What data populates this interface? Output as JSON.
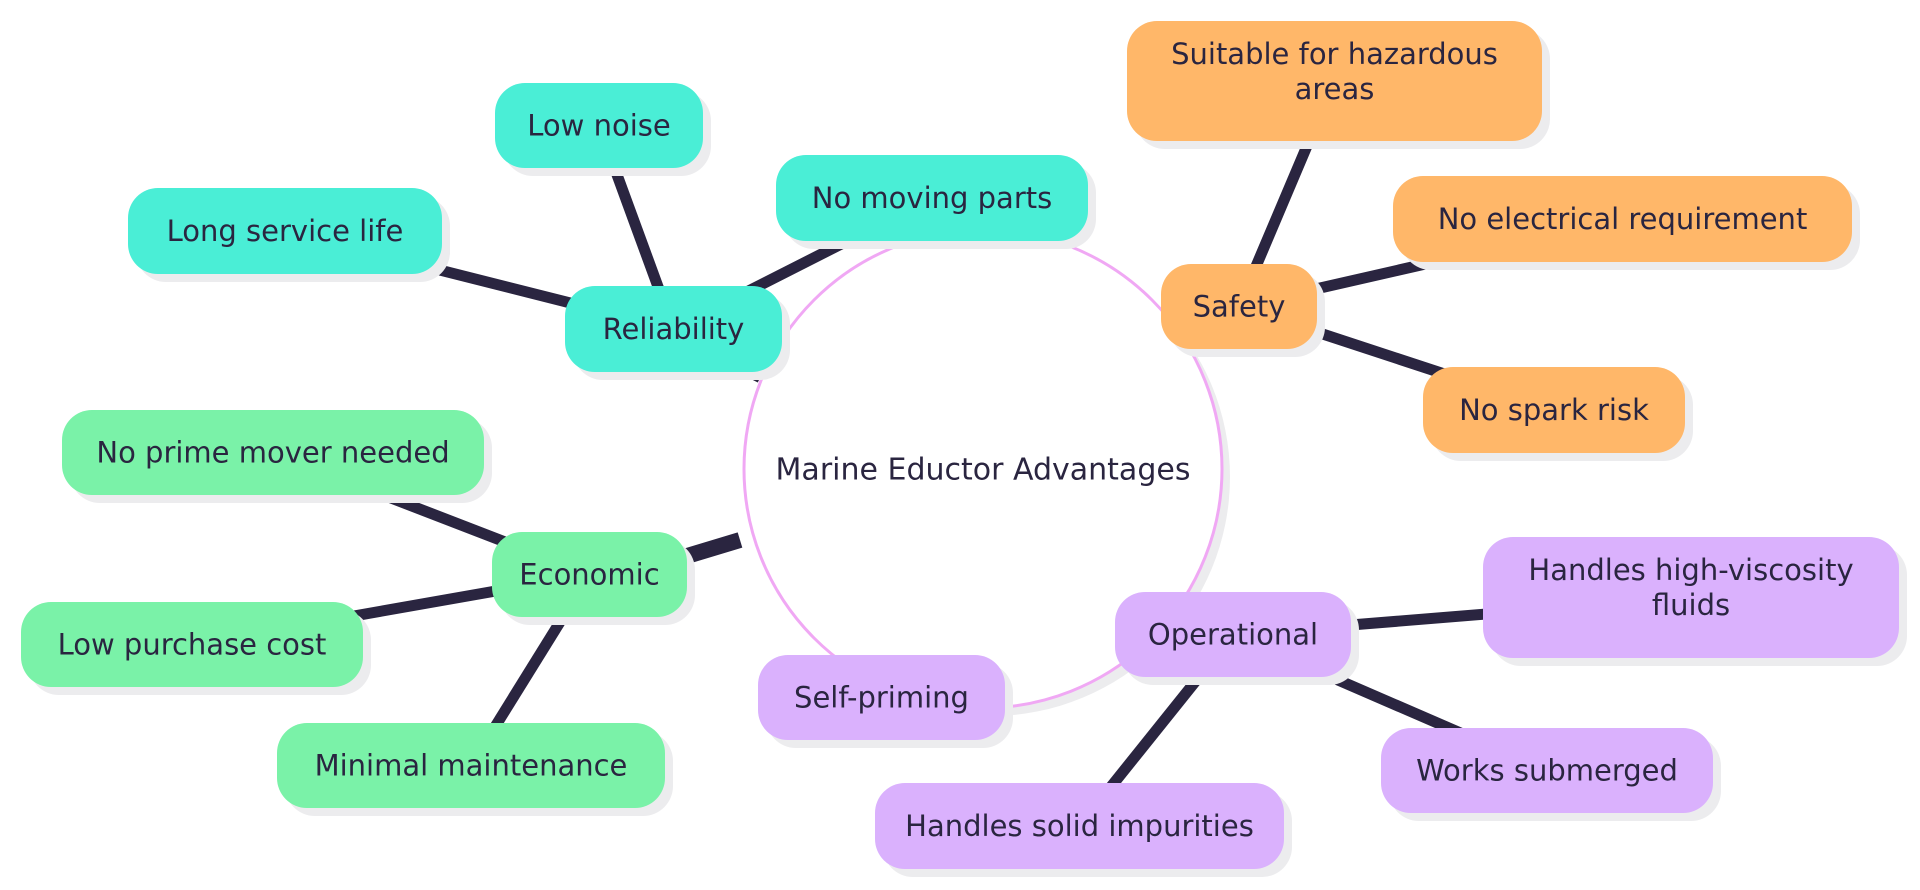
{
  "diagram": {
    "type": "mindmap",
    "root": {
      "label": "Marine Eductor Advantages",
      "fill": "#ffffff",
      "stroke": "#f0a8f4"
    },
    "edge_color": "#2a2540",
    "text_color": "#2a2540",
    "shadow_color": "#ececee",
    "branches": [
      {
        "id": "reliability",
        "label": "Reliability",
        "color": "#4aeed6",
        "children": [
          {
            "id": "low-noise",
            "label": "Low noise"
          },
          {
            "id": "long-service-life",
            "label": "Long service life"
          },
          {
            "id": "no-moving-parts",
            "label": "No moving parts"
          }
        ]
      },
      {
        "id": "safety",
        "label": "Safety",
        "color": "#ffb769",
        "children": [
          {
            "id": "suitable-for-hazardous-areas",
            "label": [
              "Suitable for hazardous",
              "areas"
            ]
          },
          {
            "id": "no-electrical-requirement",
            "label": "No electrical requirement"
          },
          {
            "id": "no-spark-risk",
            "label": "No spark risk"
          }
        ]
      },
      {
        "id": "operational",
        "label": "Operational",
        "color": "#dab1fd",
        "children": [
          {
            "id": "handles-high-viscosity-fluids",
            "label": [
              "Handles high-viscosity",
              "fluids"
            ]
          },
          {
            "id": "works-submerged",
            "label": "Works submerged"
          },
          {
            "id": "handles-solid-impurities",
            "label": "Handles solid impurities"
          },
          {
            "id": "self-priming",
            "label": "Self-priming"
          }
        ]
      },
      {
        "id": "economic",
        "label": "Economic",
        "color": "#7af2a8",
        "children": [
          {
            "id": "no-prime-mover-needed",
            "label": "No prime mover needed"
          },
          {
            "id": "low-purchase-cost",
            "label": "Low purchase cost"
          },
          {
            "id": "minimal-maintenance",
            "label": "Minimal maintenance"
          }
        ]
      }
    ]
  }
}
